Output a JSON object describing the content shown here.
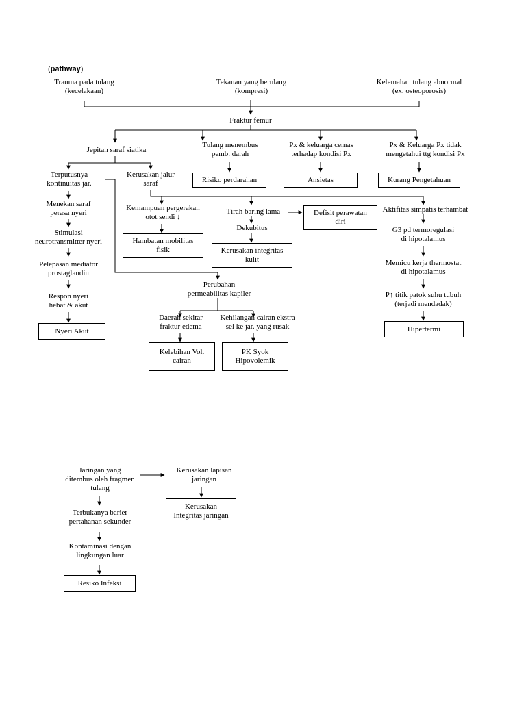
{
  "title": {
    "open": "(",
    "word": "pathway",
    "close": ")"
  },
  "causes": {
    "trauma": "Trauma pada tulang\n(kecelakaan)",
    "tekanan": "Tekanan yang berulang\n(kompresi)",
    "kelemahan": "Kelemahan tulang abnormal\n(ex. osteoporosis)"
  },
  "fraktur": "Fraktur femur",
  "branches": {
    "jepitan": "Jepitan saraf siatika",
    "tulang_menembus": "Tulang menembus\npemb. darah",
    "px_cemas": "Px & keluarga cemas\nterhadap kondisi Px",
    "px_tidak_tahu": "Px & Keluarga Px tidak\nmengetahui ttg kondisi Px"
  },
  "left_chain": {
    "terputusnya": "Terputusnya\nkontinuitas jar.",
    "menekan": "Menekan saraf\nperasa nyeri",
    "stimulasi": "Stimulasi\nneurotransmitter nyeri",
    "pelepasan": "Pelepasan mediator\nprostaglandin",
    "respon": "Respon nyeri\nhebat & akut",
    "nyeri_akut": "Nyeri Akut"
  },
  "middle": {
    "kerusakan_jalur": "Kerusakan jalur\nsaraf",
    "kemampuan": "Kemampuan pergerakan\notot sendi ↓",
    "hambatan": "Hambatan mobilitas\nfisik",
    "tirah": "Tirah baring lama",
    "defisit": "Defisit perawatan\ndiri",
    "dekubitus": "Dekubitus",
    "kerusakan_kulit": "Kerusakan integritas\nkulit",
    "perubahan": "Perubahan\npermeabilitas kapiler",
    "daerah": "Daerah sekitar\nfraktur edema",
    "kehilangan": "Kehilangan cairan ekstra\nsel ke jar. yang rusak",
    "kelebihan": "Kelebihan Vol.\ncairan",
    "pk_syok": "PK Syok\nHipovolemik"
  },
  "diagnoses": {
    "risiko_perdarahan": "Risiko perdarahan",
    "ansietas": "Ansietas",
    "kurang_pengetahuan": "Kurang Pengetahuan"
  },
  "right_chain": {
    "aktifitas": "Aktifitas simpatis terhambat",
    "g3": "G3 pd termoregulasi\ndi hipotalamus",
    "memicu": "Memicu kerja thermostat\ndi hipotalamus",
    "p_titik": "P↑ titik patok suhu tubuh\n(terjadi mendadak)",
    "hipertermi": "Hipertermi"
  },
  "second": {
    "jaringan": "Jaringan  yang\nditembus oleh fragmen\ntulang",
    "kerusakan_lapisan": "Kerusakan lapisan\njaringan",
    "kerusakan_integritas": "Kerusakan\nIntegritas jaringan",
    "terbukanya": "Terbukanya barier\npertahanan sekunder",
    "kontaminasi": "Kontaminasi dengan\nlingkungan luar",
    "resiko_infeksi": "Resiko Infeksi"
  }
}
